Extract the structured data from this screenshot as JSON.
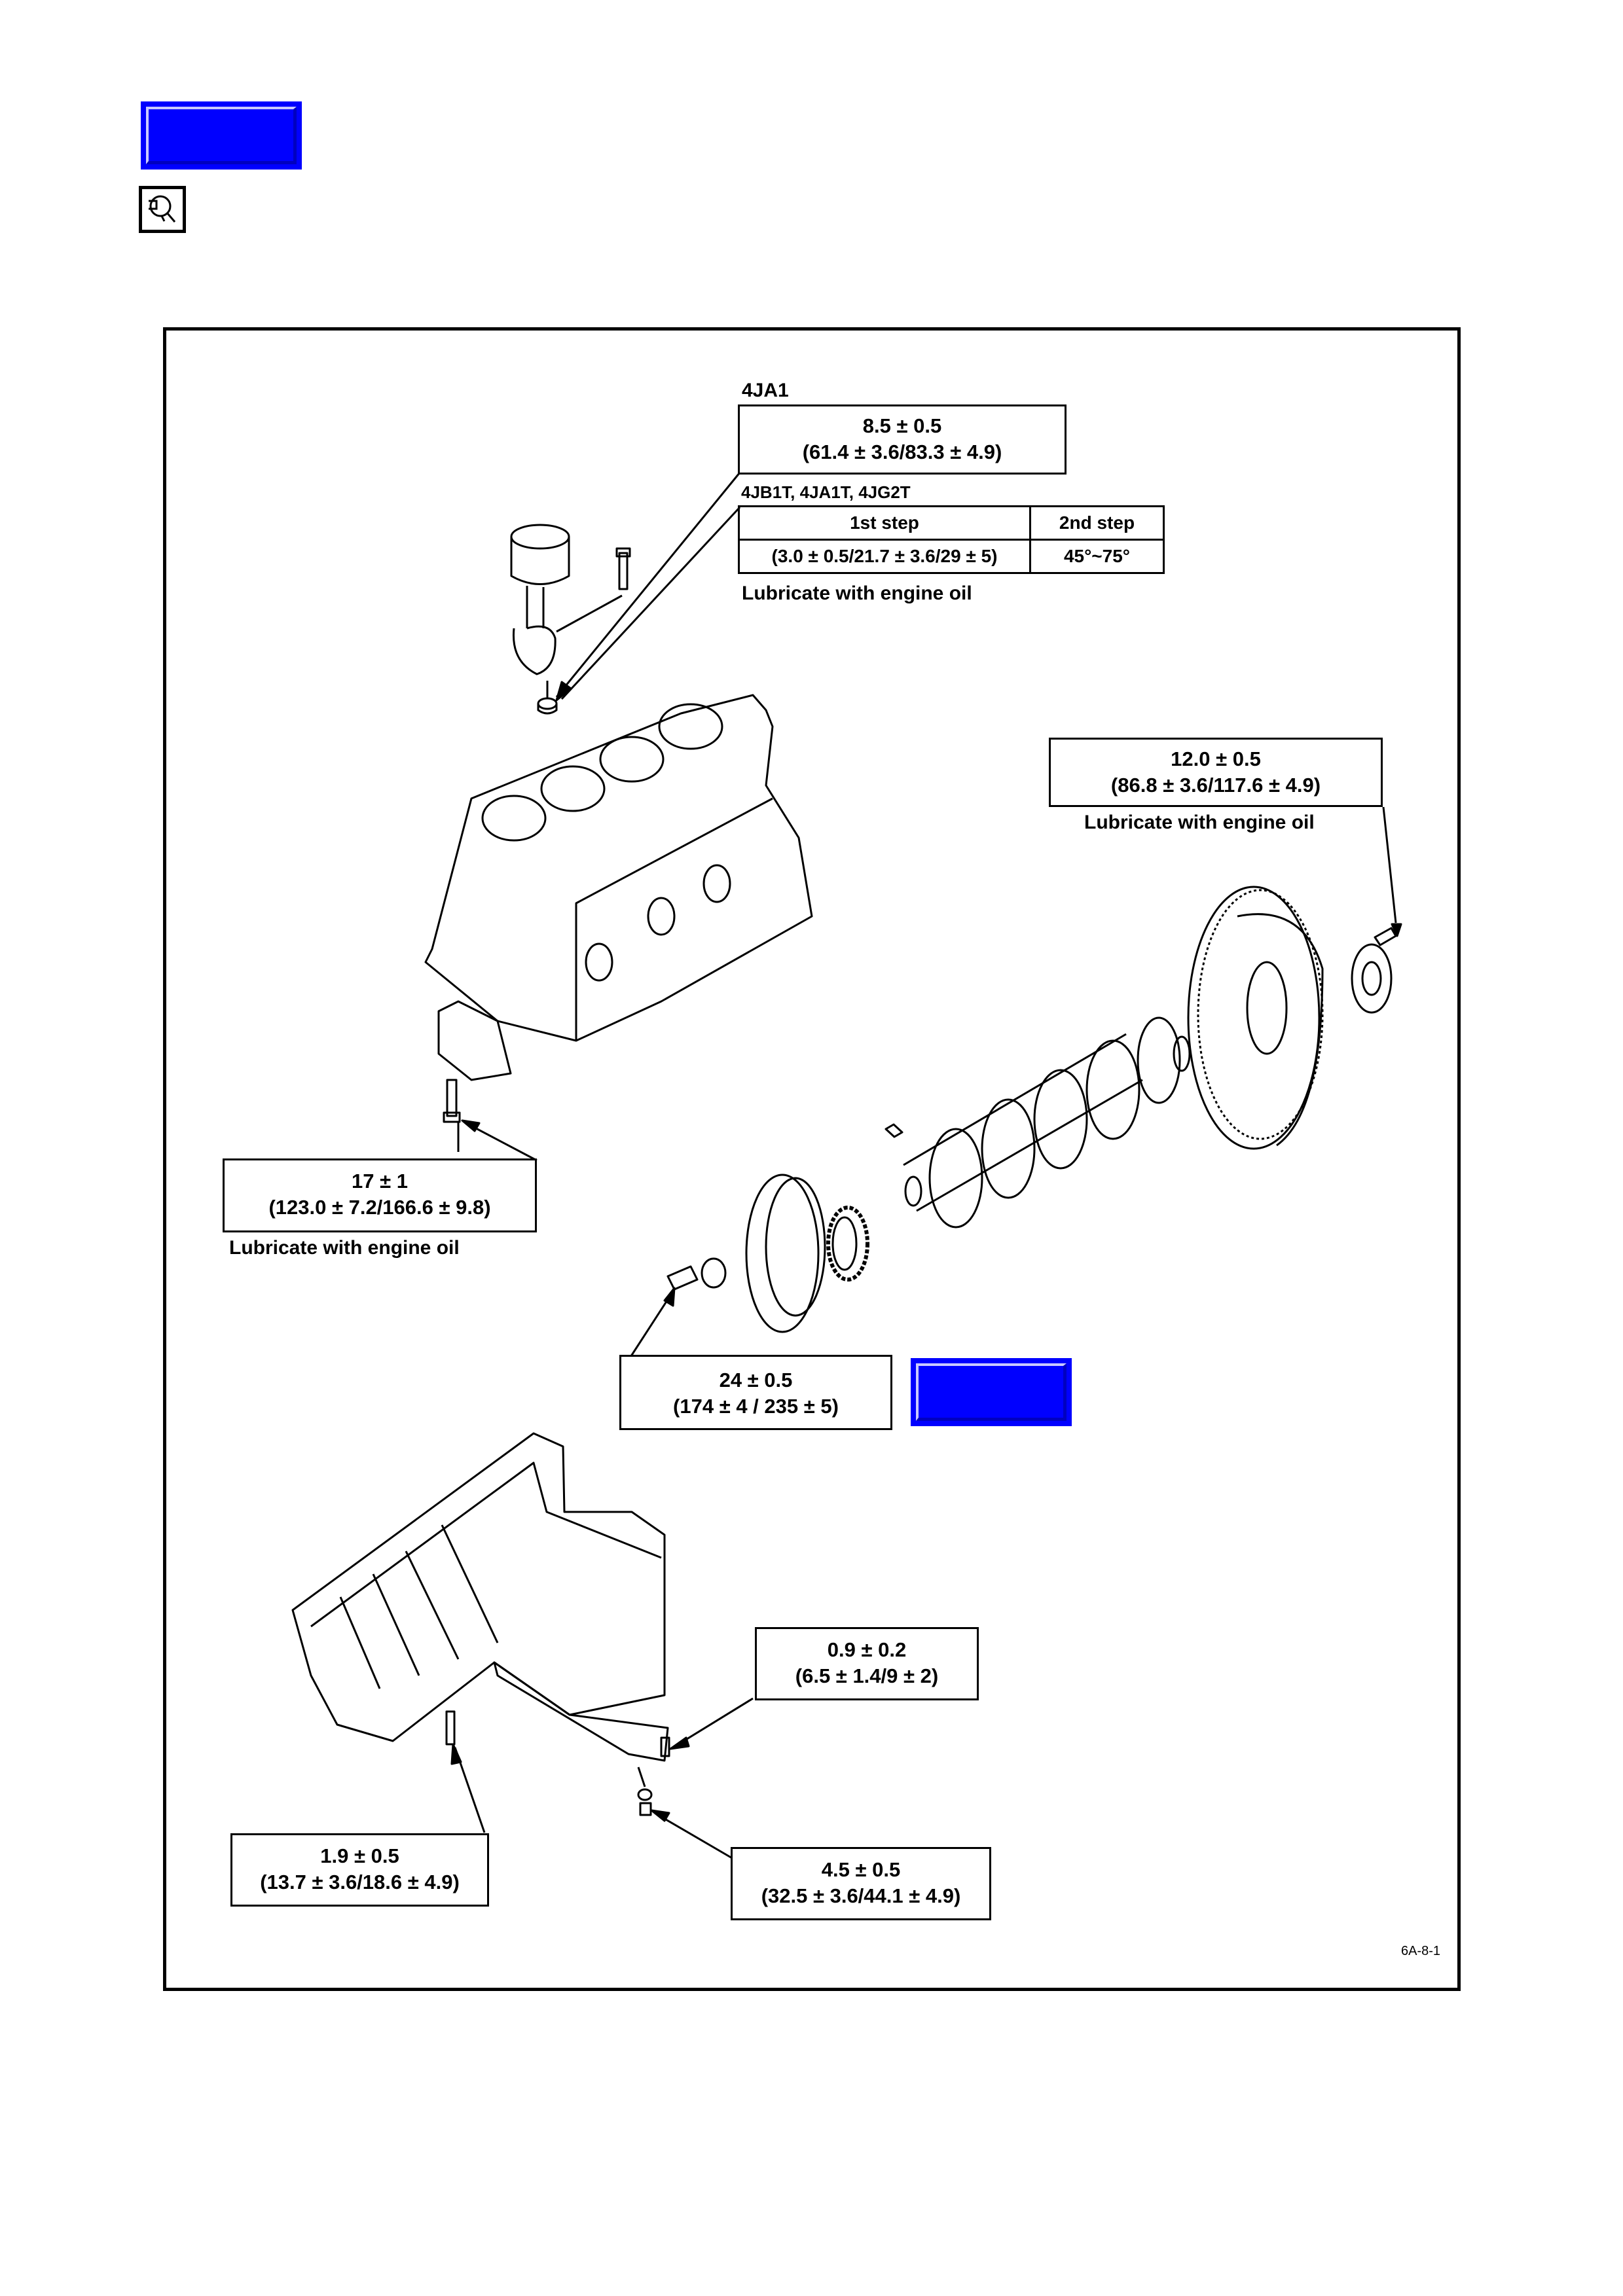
{
  "nav": {
    "top_button_label": "",
    "mid_button_label": "",
    "torque_icon": "wrench-magnifier-icon"
  },
  "figure": {
    "reference": "6A-8-1",
    "parts": [
      "piston-and-connecting-rod",
      "cylinder-block",
      "crankshaft",
      "flywheel",
      "crankshaft-pulley",
      "timing-gear",
      "oil-pan"
    ],
    "connecting_rod": {
      "model_a": "4JA1",
      "model_a_torque": "8.5 ± 0.5",
      "model_a_torque_alt": "(61.4 ± 3.6/83.3 ± 4.9)",
      "model_b": "4JB1T, 4JA1T, 4JG2T",
      "steps_headers": [
        "1st step",
        "2nd step"
      ],
      "steps_values": [
        "(3.0 ± 0.5/21.7 ± 3.6/29 ± 5)",
        "45°~75°"
      ],
      "note": "Lubricate with engine oil"
    },
    "flywheel": {
      "torque": "12.0 ± 0.5",
      "torque_alt": "(86.8 ± 3.6/117.6 ± 4.9)",
      "note": "Lubricate with engine oil"
    },
    "main_bearing_cap": {
      "torque": "17 ± 1",
      "torque_alt": "(123.0 ± 7.2/166.6 ± 9.8)",
      "note": "Lubricate with engine oil"
    },
    "crank_pulley": {
      "torque": "24 ± 0.5",
      "torque_alt": "(174 ± 4 / 235 ± 5)"
    },
    "oil_pan_plate": {
      "torque": "0.9 ± 0.2",
      "torque_alt": "(6.5 ± 1.4/9 ± 2)"
    },
    "oil_pan_bolt": {
      "torque": "1.9 ± 0.5",
      "torque_alt": "(13.7 ± 3.6/18.6 ± 4.9)"
    },
    "drain_plug": {
      "torque": "4.5 ± 0.5",
      "torque_alt": "(32.5 ± 3.6/44.1 ± 4.9)"
    }
  },
  "colors": {
    "nav_button": "#0000ff",
    "ink": "#000000",
    "paper": "#ffffff"
  }
}
